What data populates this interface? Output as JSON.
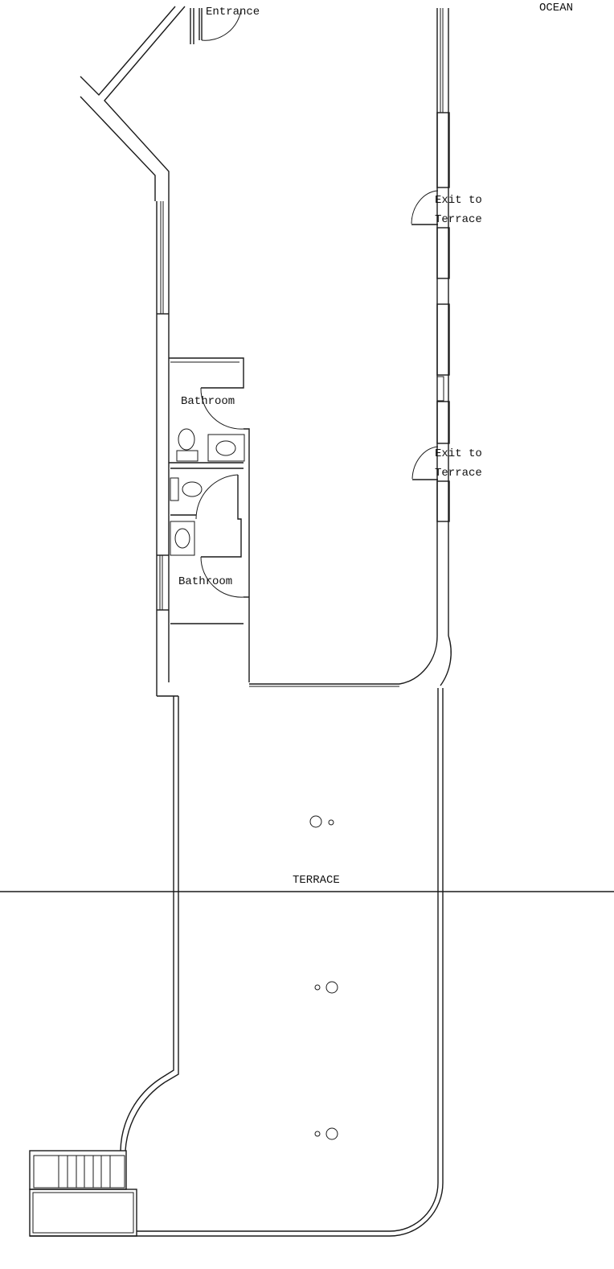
{
  "labels": {
    "entrance": "Entrance",
    "ocean": "OCEAN",
    "exit1_line1": "Exit to",
    "exit1_line2": "Terrace",
    "exit2_line1": "Exit to",
    "exit2_line2": "Terrace",
    "bathroom1": "Bathroom",
    "bathroom2": "Bathroom",
    "terrace": "TERRACE"
  },
  "colors": {
    "line": "#1a1a1a",
    "background": "#ffffff"
  }
}
